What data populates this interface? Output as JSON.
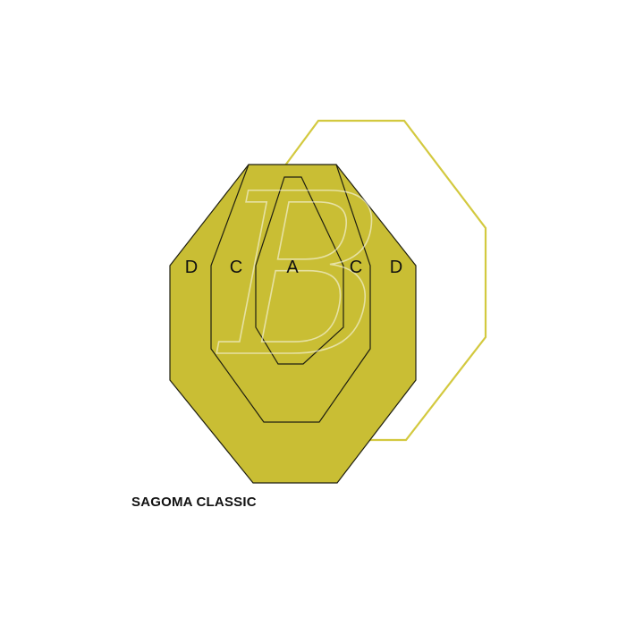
{
  "target": {
    "zones_left_to_right": [
      "D",
      "C",
      "A",
      "C",
      "D"
    ]
  },
  "watermark": {
    "glyph": "B"
  },
  "caption": {
    "title": "SAGOMA CLASSIC"
  },
  "colors": {
    "target_fill": "#c9be34",
    "secondary_outline": "#d3c93f",
    "zone_lines": "#1f1f10",
    "background": "#ffffff",
    "text": "#111111"
  }
}
